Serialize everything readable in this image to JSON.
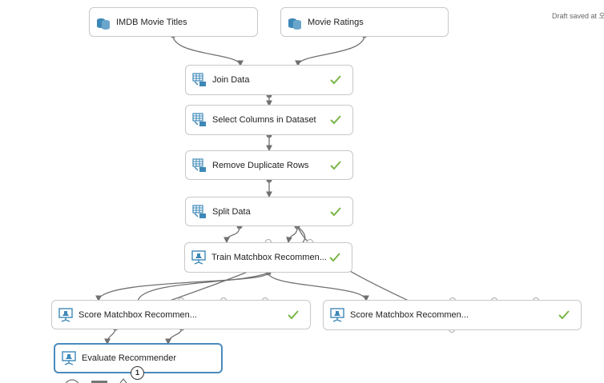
{
  "status": {
    "draft_saved": "Draft saved at 오"
  },
  "modules": {
    "imdb": {
      "label": "IMDB Movie Titles",
      "icon": "dataset-icon"
    },
    "ratings": {
      "label": "Movie Ratings",
      "icon": "dataset-icon"
    },
    "join": {
      "label": "Join Data",
      "icon": "data-transform-icon",
      "status": "completed"
    },
    "select": {
      "label": "Select Columns in Dataset",
      "icon": "data-transform-icon",
      "status": "completed"
    },
    "dedupe": {
      "label": "Remove Duplicate Rows",
      "icon": "data-transform-icon",
      "status": "completed"
    },
    "split": {
      "label": "Split Data",
      "icon": "data-transform-icon",
      "status": "completed"
    },
    "train": {
      "label": "Train Matchbox Recommen...",
      "icon": "train-model-icon",
      "status": "completed"
    },
    "score1": {
      "label": "Score Matchbox Recommen...",
      "icon": "train-model-icon",
      "status": "completed"
    },
    "score2": {
      "label": "Score Matchbox Recommen...",
      "icon": "train-model-icon",
      "status": "completed"
    },
    "evaluate": {
      "label": "Evaluate Recommender",
      "icon": "train-model-icon",
      "badge": "1"
    }
  },
  "colors": {
    "check": "#7ab648",
    "selected_border": "#4a8bbe",
    "wire": "#707070",
    "port": "#777777"
  }
}
